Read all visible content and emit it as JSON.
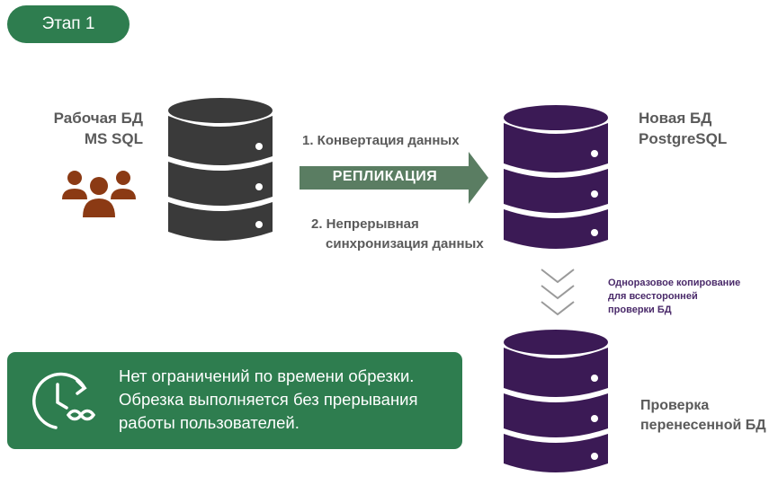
{
  "stage": {
    "label": "Этап 1"
  },
  "source_db": {
    "line1": "Рабочая БД",
    "line2": "MS SQL"
  },
  "target_db": {
    "line1": "Новая БД",
    "line2": "PostgreSQL"
  },
  "replication": {
    "arrow_label": "РЕПЛИКАЦИЯ",
    "step1": "1. Конвертация данных",
    "step2_line1": "2. Непрерывная",
    "step2_line2": "синхронизация данных"
  },
  "copy_note": {
    "line1": "Одноразовое копирование",
    "line2": "для всесторонней",
    "line3": "проверки БД"
  },
  "check_db": {
    "line1": "Проверка",
    "line2": "перенесенной БД"
  },
  "info": {
    "line1": "Нет ограничений по времени обрезки.",
    "line2": "Обрезка выполняется без прерывания",
    "line3": "работы пользователей."
  },
  "colors": {
    "green": "#2e7d4f",
    "arrow_green": "#5a7d62",
    "purple": "#3b1a55",
    "dark_db": "#3a3a3a",
    "users_brown": "#8b3a14",
    "label_gray": "#5a5a5a"
  },
  "icons": {
    "users": "users-group-icon",
    "database": "database-icon",
    "clock_infinity": "clock-infinity-icon",
    "chevrons": "chevron-down-icon"
  }
}
